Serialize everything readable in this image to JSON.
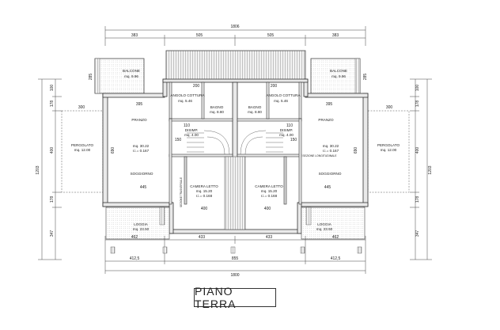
{
  "title": "PIANO TERRA",
  "dimensions": {
    "top_total": "1806",
    "top_segments": [
      "383",
      "505",
      "505",
      "383"
    ],
    "inner_top": [
      "200",
      "200"
    ],
    "bottom_total": "1800",
    "bottom_segments": [
      "412,5",
      "855",
      "412,5"
    ],
    "bottom_row": [
      "462",
      "433",
      "433",
      "462"
    ],
    "left_total": "1203",
    "left_segments": [
      "100",
      "178",
      "400",
      "178",
      "347"
    ],
    "right_total": "1203",
    "right_segments": [
      "100",
      "178",
      "400",
      "178",
      "347"
    ],
    "balcony_height": "285",
    "pergolato_width": "300",
    "inner_395": "395",
    "inner_445": "445",
    "inner_400": "400",
    "inner_690": "690",
    "inner_110": "110",
    "inner_150": "150"
  },
  "rooms": {
    "balcone_left": {
      "name": "BALCONE",
      "area": "mq. 9.96"
    },
    "balcone_right": {
      "name": "BALCONE",
      "area": "mq. 9.96"
    },
    "angolo_left": {
      "name": "ANGOLO COTTURA",
      "area": "mq. 5.46"
    },
    "angolo_right": {
      "name": "ANGOLO COTTURA",
      "area": "mq. 5.46"
    },
    "bagno_left": {
      "name": "BAGNO",
      "area": "mq. 8.80"
    },
    "bagno_right": {
      "name": "BAGNO",
      "area": "mq. 8.80"
    },
    "disimp_left": {
      "name": "DISIMP.",
      "area": "mq. 4.00"
    },
    "disimp_right": {
      "name": "DISIMP.",
      "area": "mq. 4.00"
    },
    "pranzo_left": {
      "name": "PRANZO",
      "area": "mq. 30.22",
      "ratio": "r.i.= 0.167",
      "name2": "SOGGIORNO"
    },
    "pranzo_right": {
      "name": "PRANZO",
      "area": "mq. 30.22",
      "ratio": "r.i.= 0.167",
      "name2": "SOGGIORNO"
    },
    "pergolato_left": {
      "name": "PERGOLATO",
      "area": "mq. 12.00"
    },
    "pergolato_right": {
      "name": "PERGOLATO",
      "area": "mq. 12.00"
    },
    "camera_left": {
      "name": "CAMERA LETTO",
      "area": "mq. 15.20",
      "ratio": "r.i.= 0.168"
    },
    "camera_right": {
      "name": "CAMERA LETTO",
      "area": "mq. 15.20",
      "ratio": "r.i.= 0.168"
    },
    "loggia_left": {
      "name": "LOGGIA",
      "area": "mq. 23.50"
    },
    "loggia_right": {
      "name": "LOGGIA",
      "area": "mq. 23.50"
    },
    "sezione_left": "SEZIONE TRASVERSALE",
    "sezione_right": "SEZIONE LONGITUDINALE"
  }
}
